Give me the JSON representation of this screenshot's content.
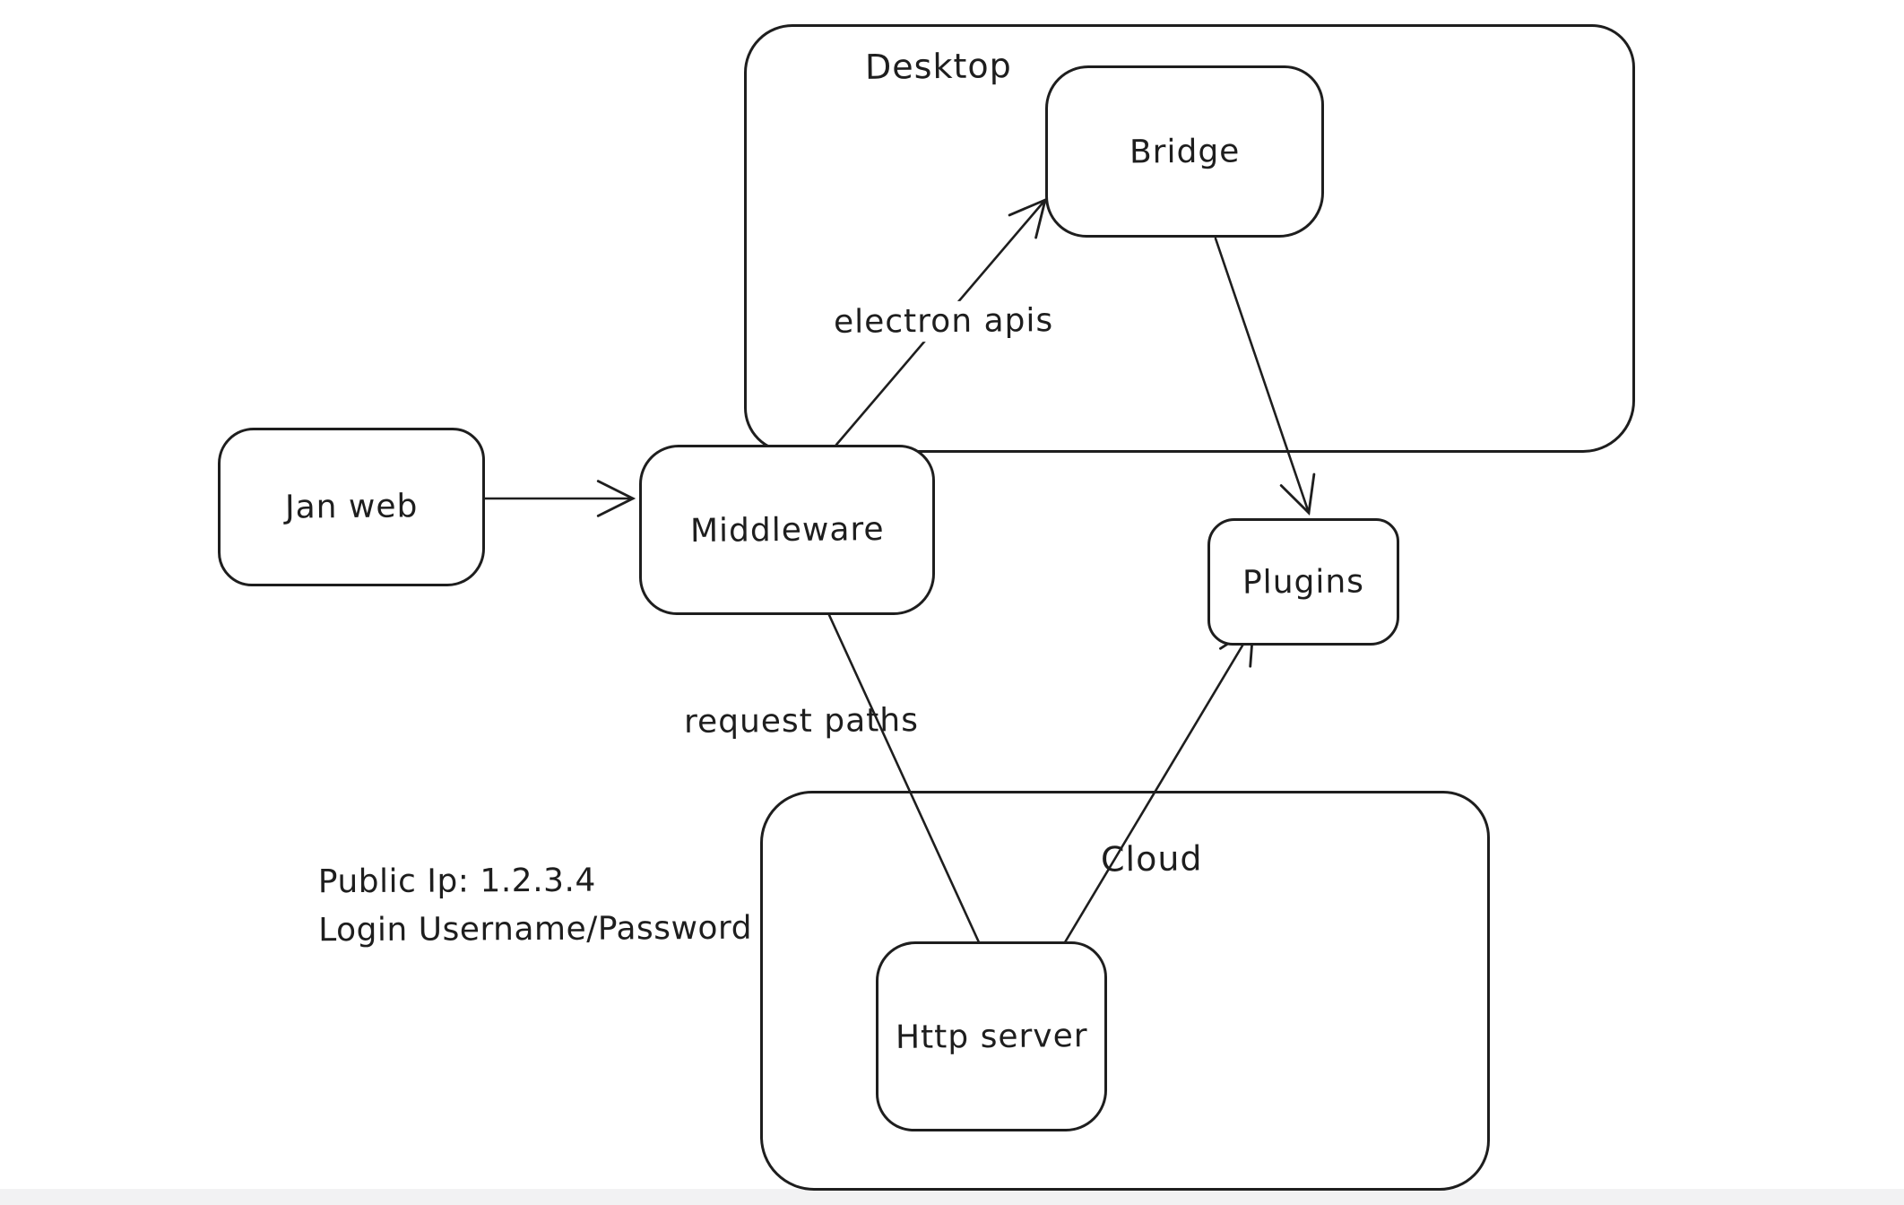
{
  "diagram": {
    "colors": {
      "stroke": "#1e1e1e",
      "canvas_background": "#ffffff",
      "footer_strip": "#f2f2f3"
    },
    "containers": [
      {
        "id": "desktop",
        "label": "Desktop"
      },
      {
        "id": "cloud",
        "label": "Cloud"
      }
    ],
    "nodes": [
      {
        "id": "jan-web",
        "label": "Jan web"
      },
      {
        "id": "middleware",
        "label": "Middleware"
      },
      {
        "id": "bridge",
        "label": "Bridge"
      },
      {
        "id": "plugins",
        "label": "Plugins"
      },
      {
        "id": "http-server",
        "label": "Http server"
      }
    ],
    "edges": [
      {
        "from": "jan-web",
        "to": "middleware",
        "label": "",
        "arrowhead": "end"
      },
      {
        "from": "middleware",
        "to": "bridge",
        "label": "electron apis",
        "arrowhead": "end"
      },
      {
        "from": "bridge",
        "to": "plugins",
        "label": "",
        "arrowhead": "end"
      },
      {
        "from": "middleware",
        "to": "http-server",
        "label": "request paths",
        "arrowhead": "none"
      },
      {
        "from": "http-server",
        "to": "plugins",
        "label": "",
        "arrowhead": "end"
      }
    ],
    "annotation": {
      "lines": [
        "Public Ip: 1.2.3.4",
        "Login Username/Password"
      ]
    }
  }
}
